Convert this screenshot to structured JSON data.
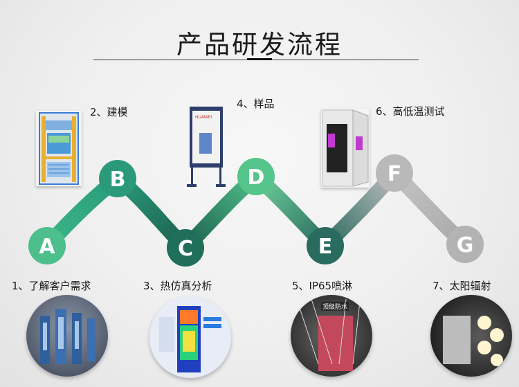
{
  "title": "产品研发流程",
  "steps": [
    {
      "letter": "A",
      "label": "1、了解客户需求",
      "color": "#4cbf8c"
    },
    {
      "letter": "B",
      "label": "2、建模",
      "color": "#2a9a7a"
    },
    {
      "letter": "C",
      "label": "3、热仿真分析",
      "color": "#1f6f5a"
    },
    {
      "letter": "D",
      "label": "4、样品",
      "color": "#55c58c"
    },
    {
      "letter": "E",
      "label": "5、IP65喷淋",
      "color": "#2a6b60"
    },
    {
      "letter": "F",
      "label": "6、高低温测试",
      "color": "#b9b9b9"
    },
    {
      "letter": "G",
      "label": "7、太阳辐射",
      "color": "#b3b3b3"
    }
  ],
  "photo_text": {
    "sample_brand": "HUAWEI",
    "spray_badge": "顶级防水"
  }
}
